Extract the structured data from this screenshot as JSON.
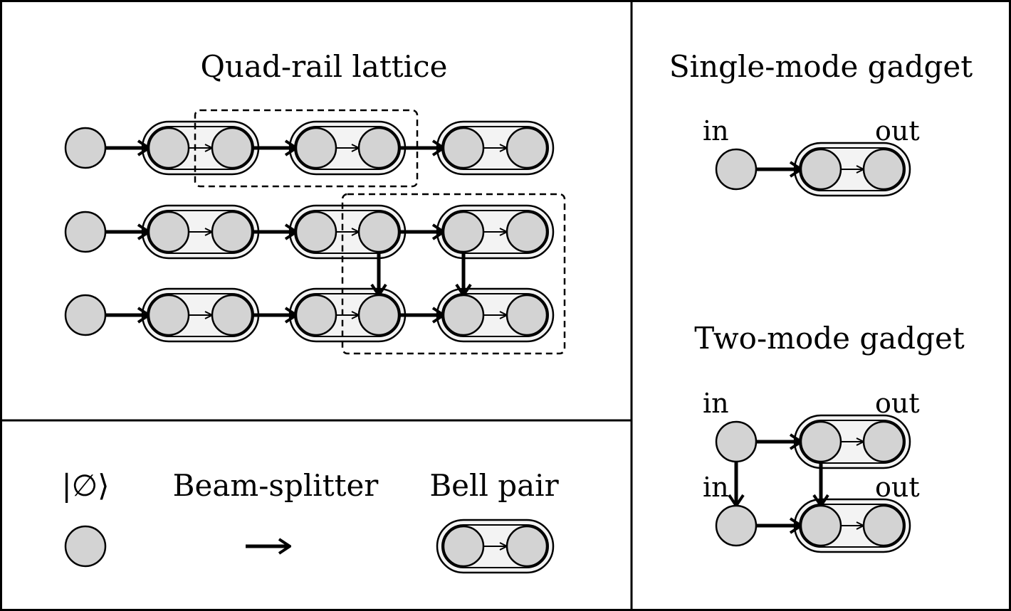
{
  "panels": {
    "lattice_title": "Quad-rail lattice",
    "single_title": "Single-mode gadget",
    "two_title": "Two-mode gadget"
  },
  "io_labels": {
    "in": "in",
    "out": "out"
  },
  "legend": {
    "vacuum": "|∅⟩",
    "beam_splitter": "Beam-splitter",
    "bell_pair": "Bell pair"
  },
  "colors": {
    "node_fill": "#d3d3d3",
    "pair_fill": "#f3f3f3",
    "stroke": "#000000"
  }
}
